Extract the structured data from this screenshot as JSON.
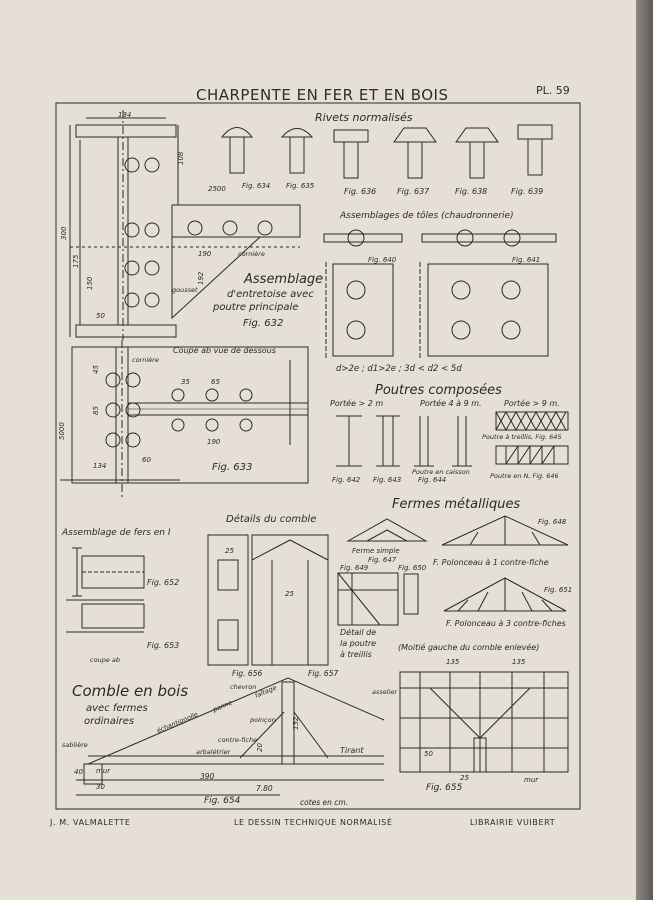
{
  "header": {
    "title": "CHARPENTE EN FER ET EN BOIS",
    "plate": "PL. 59"
  },
  "footer": {
    "author": "J. M. VALMALETTE",
    "book": "LE DESSIN TECHNIQUE NORMALISÉ",
    "publisher": "LIBRAIRIE VUIBERT"
  },
  "sections": {
    "rivets": "Rivets normalisés",
    "toles": "Assemblages de tôles (chaudronnerie)",
    "poutres": "Poutres composées",
    "fermes": "Fermes métalliques",
    "comble_details": "Détails du comble",
    "fers_i": "Assemblage de fers en I",
    "comble_bois": "Comble en bois",
    "comble_bois_sub1": "avec fermes",
    "comble_bois_sub2": "ordinaires",
    "moitie": "(Moitié gauche du comble enlevée)"
  },
  "labels": {
    "assemblage1": "Assemblage",
    "assemblage2": "d'entretoise avec",
    "assemblage3": "poutre principale",
    "corniere": "cornière",
    "gousset": "gousset",
    "coupe_ab": "Coupe ab vue de dessous",
    "corniere2": "cornière",
    "portee1": "Portée > 2 m",
    "portee2": "Portée 4 à 9 m.",
    "portee3": "Portée > 9 m.",
    "poutre_treillis": "Poutre à treillis, Fig. 645",
    "poutre_n": "Poutre en N, Fig. 646",
    "poutre_caisson": "Poutre en caisson",
    "ferme_simple": "Ferme simple",
    "polonceau1": "F. Polonceau à 1 contre-fiche",
    "polonceau3": "F. Polonceau à 3 contre-fiches",
    "detail_poutre1": "Détail de",
    "detail_poutre2": "la poutre",
    "detail_poutre3": "à treillis",
    "coupe_ab2": "coupe ab",
    "chevron": "chevron",
    "faitage": "faîtage",
    "panne": "panne",
    "poincon": "poinçon",
    "echantignolle": "échantignolle",
    "contre_fiche": "contre-fiche",
    "arbaletrier": "arbalétrier",
    "sabliere": "sablière",
    "tirant": "Tirant",
    "cotes": "cotes en cm.",
    "assellier": "asselier",
    "mur": "mur",
    "mur2": "mur",
    "cond1": "d>2e ;  d1>2e ;  3d < d2 < 5d"
  },
  "figures": {
    "f632": "Fig. 632",
    "f633": "Fig. 633",
    "f634": "Fig. 634",
    "f635": "Fig. 635",
    "f636": "Fig. 636",
    "f637": "Fig. 637",
    "f638": "Fig. 638",
    "f639": "Fig. 639",
    "f640": "Fig. 640",
    "f641": "Fig. 641",
    "f642": "Fig. 642",
    "f643": "Fig. 643",
    "f644": "Fig. 644",
    "f647": "Fig. 647",
    "f648": "Fig. 648",
    "f649": "Fig. 649",
    "f650": "Fig. 650",
    "f651": "Fig. 651",
    "f652": "Fig. 652",
    "f653": "Fig. 653",
    "f654": "Fig. 654",
    "f655": "Fig. 655",
    "f656": "Fig. 656",
    "f657": "Fig. 657"
  },
  "dims": {
    "d134": "134",
    "d108": "108",
    "d300": "300",
    "d175": "175",
    "d150": "150",
    "d50": "50",
    "d192": "192",
    "d190": "190",
    "d45": "45",
    "d85": "85",
    "d35": "35",
    "d65": "65",
    "d5000": "5000",
    "d60": "60",
    "d2500": "2500",
    "d390": "390",
    "d780": "7.80",
    "d40": "40",
    "d30": "30",
    "d135a": "135",
    "d135b": "135",
    "d25": "25",
    "d152": "152",
    "d20": "20"
  }
}
